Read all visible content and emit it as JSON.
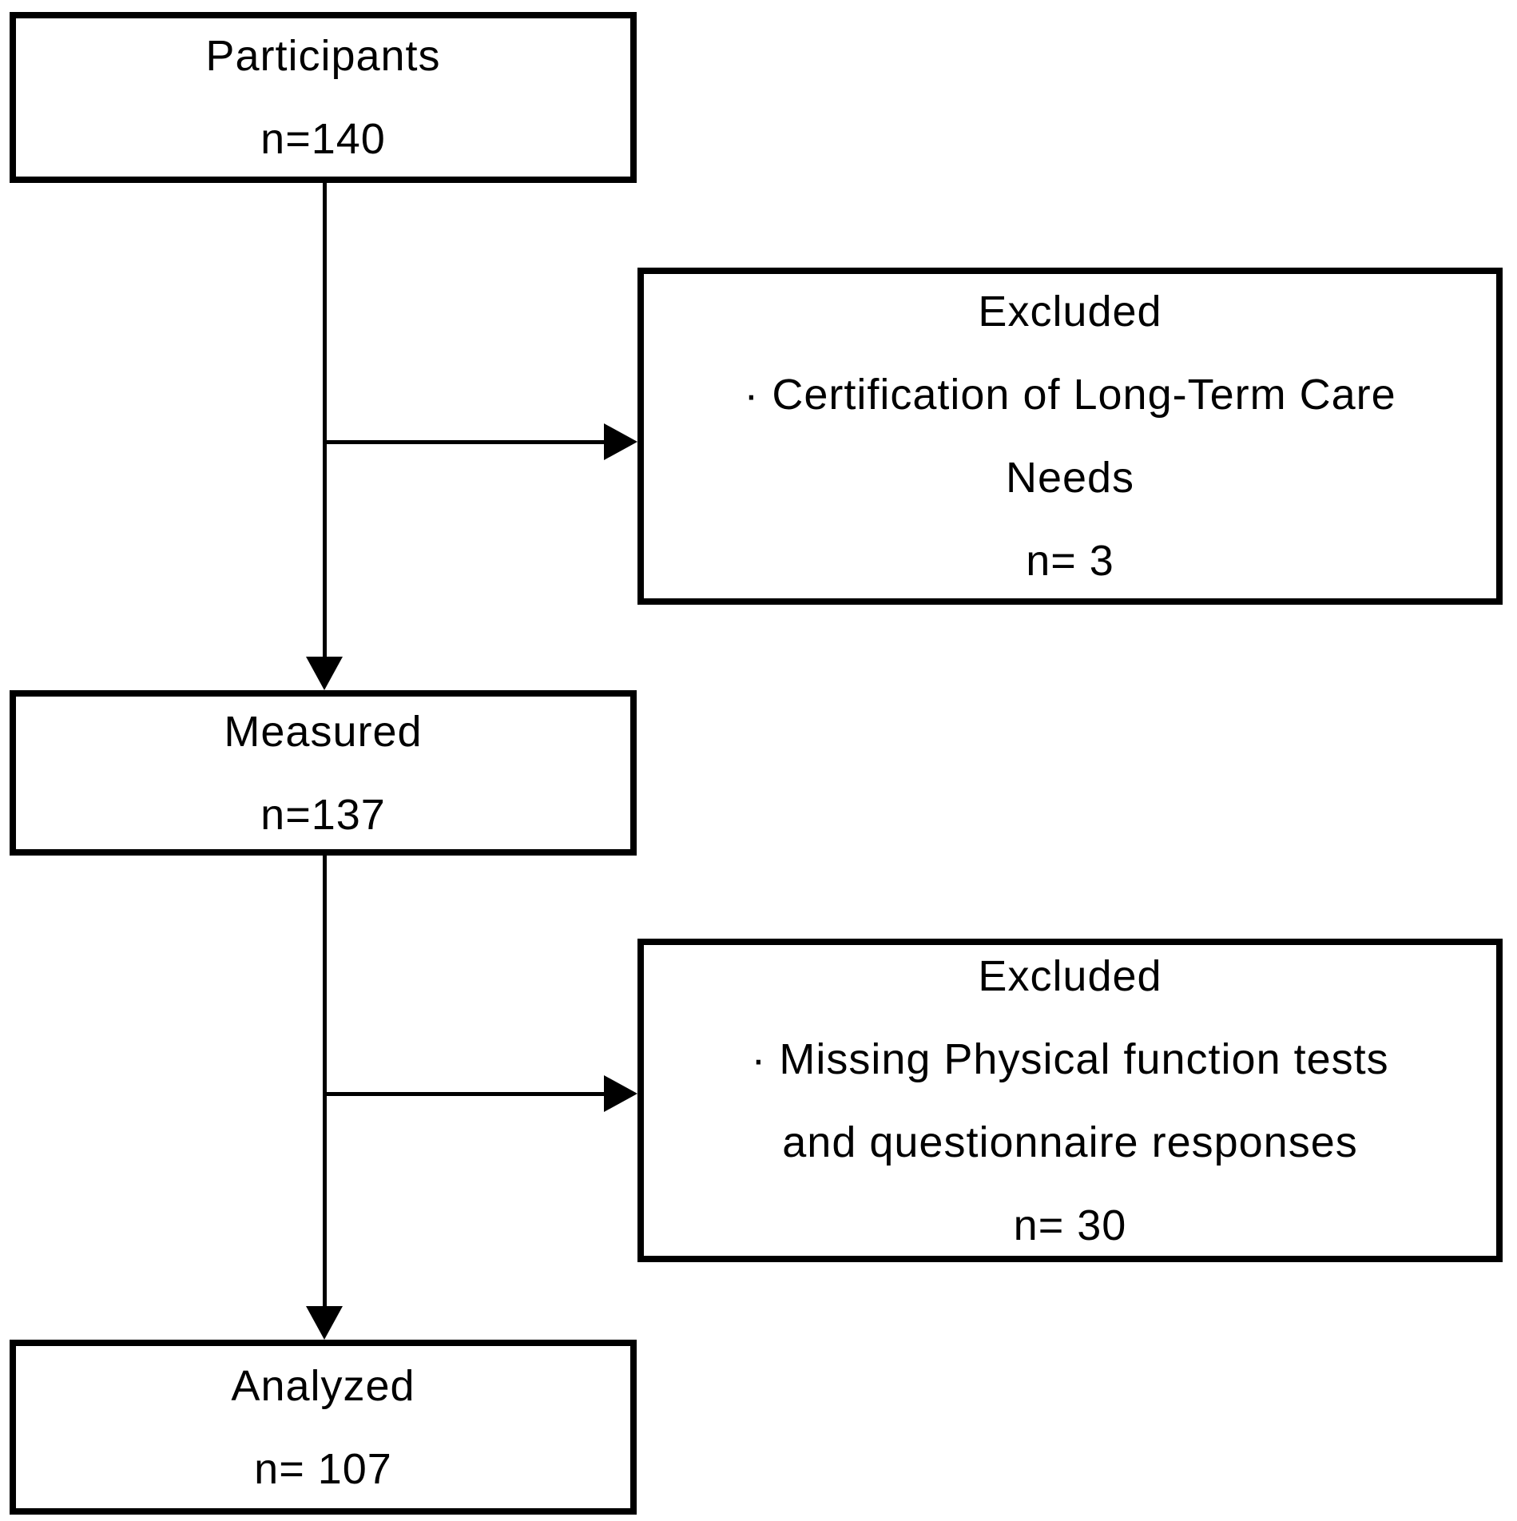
{
  "diagram": {
    "type": "participant-flowchart",
    "colors": {
      "background": "#ffffff",
      "border": "#000000",
      "text": "#000000",
      "arrow": "#000000"
    },
    "boxes": {
      "participants": {
        "title": "Participants",
        "count": "n=140"
      },
      "excluded_1": {
        "title": "Excluded",
        "reason_line_1": "· Certification of Long-Term Care",
        "reason_line_2": "Needs",
        "count": "n= 3"
      },
      "measured": {
        "title": "Measured",
        "count": "n=137"
      },
      "excluded_2": {
        "title": "Excluded",
        "reason_line_1": "· Missing Physical function tests",
        "reason_line_2": "and questionnaire responses",
        "count": "n= 30"
      },
      "analyzed": {
        "title": "Analyzed",
        "count": "n= 107"
      }
    }
  }
}
